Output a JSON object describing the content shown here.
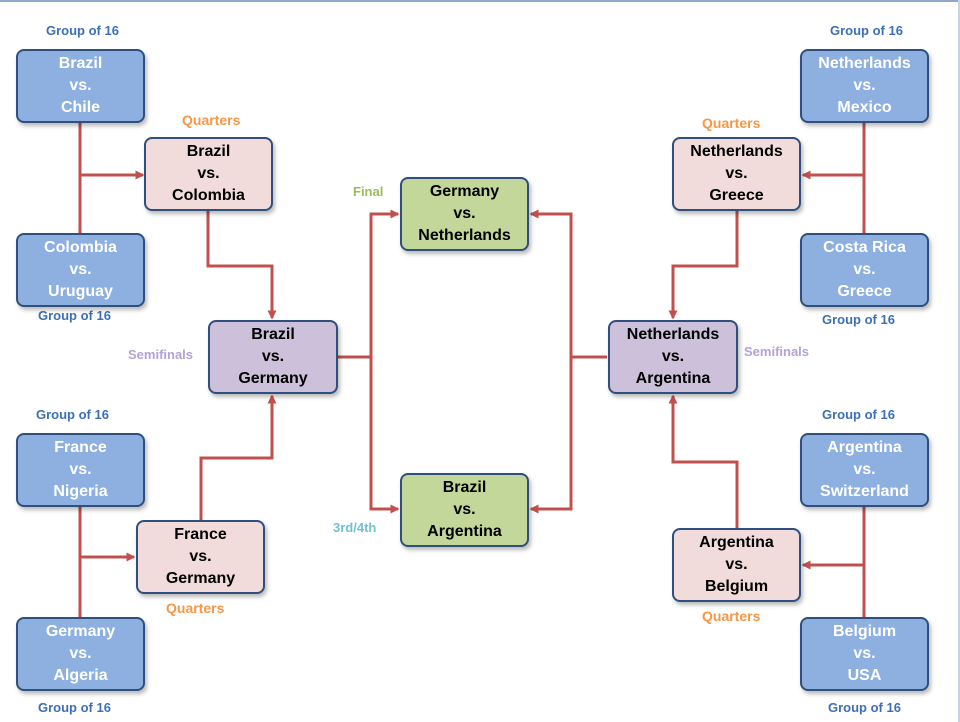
{
  "colors": {
    "group_of_16_fill": "#8db0e1",
    "quarters_fill": "#f2dcdb",
    "semifinals_fill": "#ccc0da",
    "final_fill": "#c4d79b",
    "connector": "#c0504d",
    "box_border": "#2f4f7d"
  },
  "stage_labels": {
    "group_of_16": "Group of 16",
    "quarters": "Quarters",
    "semifinals": "Semifinals",
    "final": "Final",
    "third_fourth": "3rd/4th"
  },
  "matches": {
    "r16_brazil_chile": [
      "Brazil",
      "vs.",
      "Chile"
    ],
    "r16_colombia_uruguay": [
      "Colombia",
      "vs.",
      "Uruguay"
    ],
    "r16_france_nigeria": [
      "France",
      "vs.",
      "Nigeria"
    ],
    "r16_germany_algeria": [
      "Germany",
      "vs.",
      "Algeria"
    ],
    "r16_netherlands_mexico": [
      "Netherlands",
      "vs.",
      "Mexico"
    ],
    "r16_costarica_greece": [
      "Costa Rica",
      "vs.",
      "Greece"
    ],
    "r16_argentina_switzerland": [
      "Argentina",
      "vs.",
      "Switzerland"
    ],
    "r16_belgium_usa": [
      "Belgium",
      "vs.",
      "USA"
    ],
    "qf_brazil_colombia": [
      "Brazil",
      "vs.",
      "Colombia"
    ],
    "qf_france_germany": [
      "France",
      "vs.",
      "Germany"
    ],
    "qf_netherlands_greece": [
      "Netherlands",
      "vs.",
      "Greece"
    ],
    "qf_argentina_belgium": [
      "Argentina",
      "vs.",
      "Belgium"
    ],
    "sf_brazil_germany": [
      "Brazil",
      "vs.",
      "Germany"
    ],
    "sf_netherlands_argentina": [
      "Netherlands",
      "vs.",
      "Argentina"
    ],
    "final": [
      "Germany",
      "vs.",
      "Netherlands"
    ],
    "third_place": [
      "Brazil",
      "vs.",
      "Argentina"
    ]
  }
}
